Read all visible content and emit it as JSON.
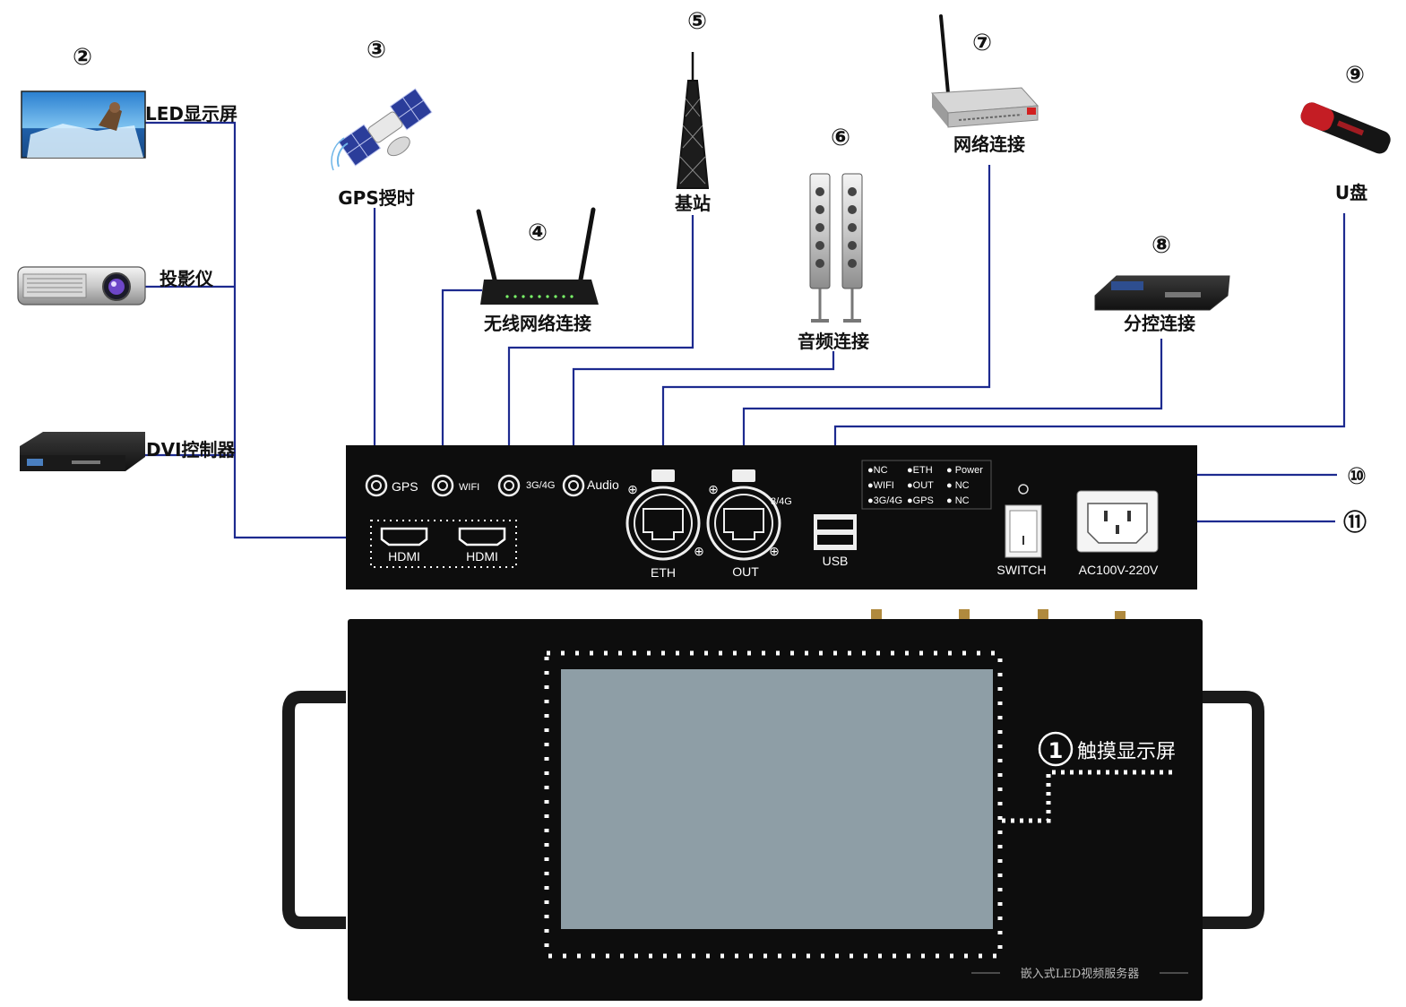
{
  "colors": {
    "wire": "#1d2a8f",
    "panel": "#0d0d0d",
    "screen": "#8e9ea6",
    "text": "#111111",
    "port_text": "#ffffff"
  },
  "devices": {
    "led_screen": {
      "number": "②",
      "label": "LED显示屏"
    },
    "projector": {
      "number": "",
      "label": "投影仪"
    },
    "dvi": {
      "number": "",
      "label": "DVI控制器"
    },
    "gps": {
      "number": "③",
      "label": "GPS授时"
    },
    "wireless": {
      "number": "④",
      "label": "无线网络连接"
    },
    "tower": {
      "number": "⑤",
      "label": "基站"
    },
    "audio": {
      "number": "⑥",
      "label": "音频连接"
    },
    "network": {
      "number": "⑦",
      "label": "网络连接"
    },
    "sub_control": {
      "number": "⑧",
      "label": "分控连接"
    },
    "usb_disk": {
      "number": "⑨",
      "label": "U盘"
    },
    "switch_ref": {
      "number": "⑩"
    },
    "power_ref": {
      "number": "⑪"
    },
    "touch": {
      "number": "1",
      "label": "触摸显示屏"
    }
  },
  "panel": {
    "ports": {
      "gps": "GPS",
      "wifi": "WIFI",
      "g34": "3G/4G",
      "audio": "Audio",
      "hdmi1": "HDMI",
      "hdmi2": "HDMI",
      "eth": "ETH",
      "out": "OUT",
      "out_partial": "3/4G",
      "usb": "USB",
      "switch": "SWITCH",
      "power": "AC100V-220V"
    },
    "indicators": [
      [
        "●NC",
        "●ETH",
        "● Power"
      ],
      [
        "●WIFI",
        "●OUT",
        "● NC"
      ],
      [
        "●3G/4G",
        "●GPS",
        "● NC"
      ]
    ]
  },
  "front": {
    "brand": "嵌入式LED视频服务器"
  }
}
